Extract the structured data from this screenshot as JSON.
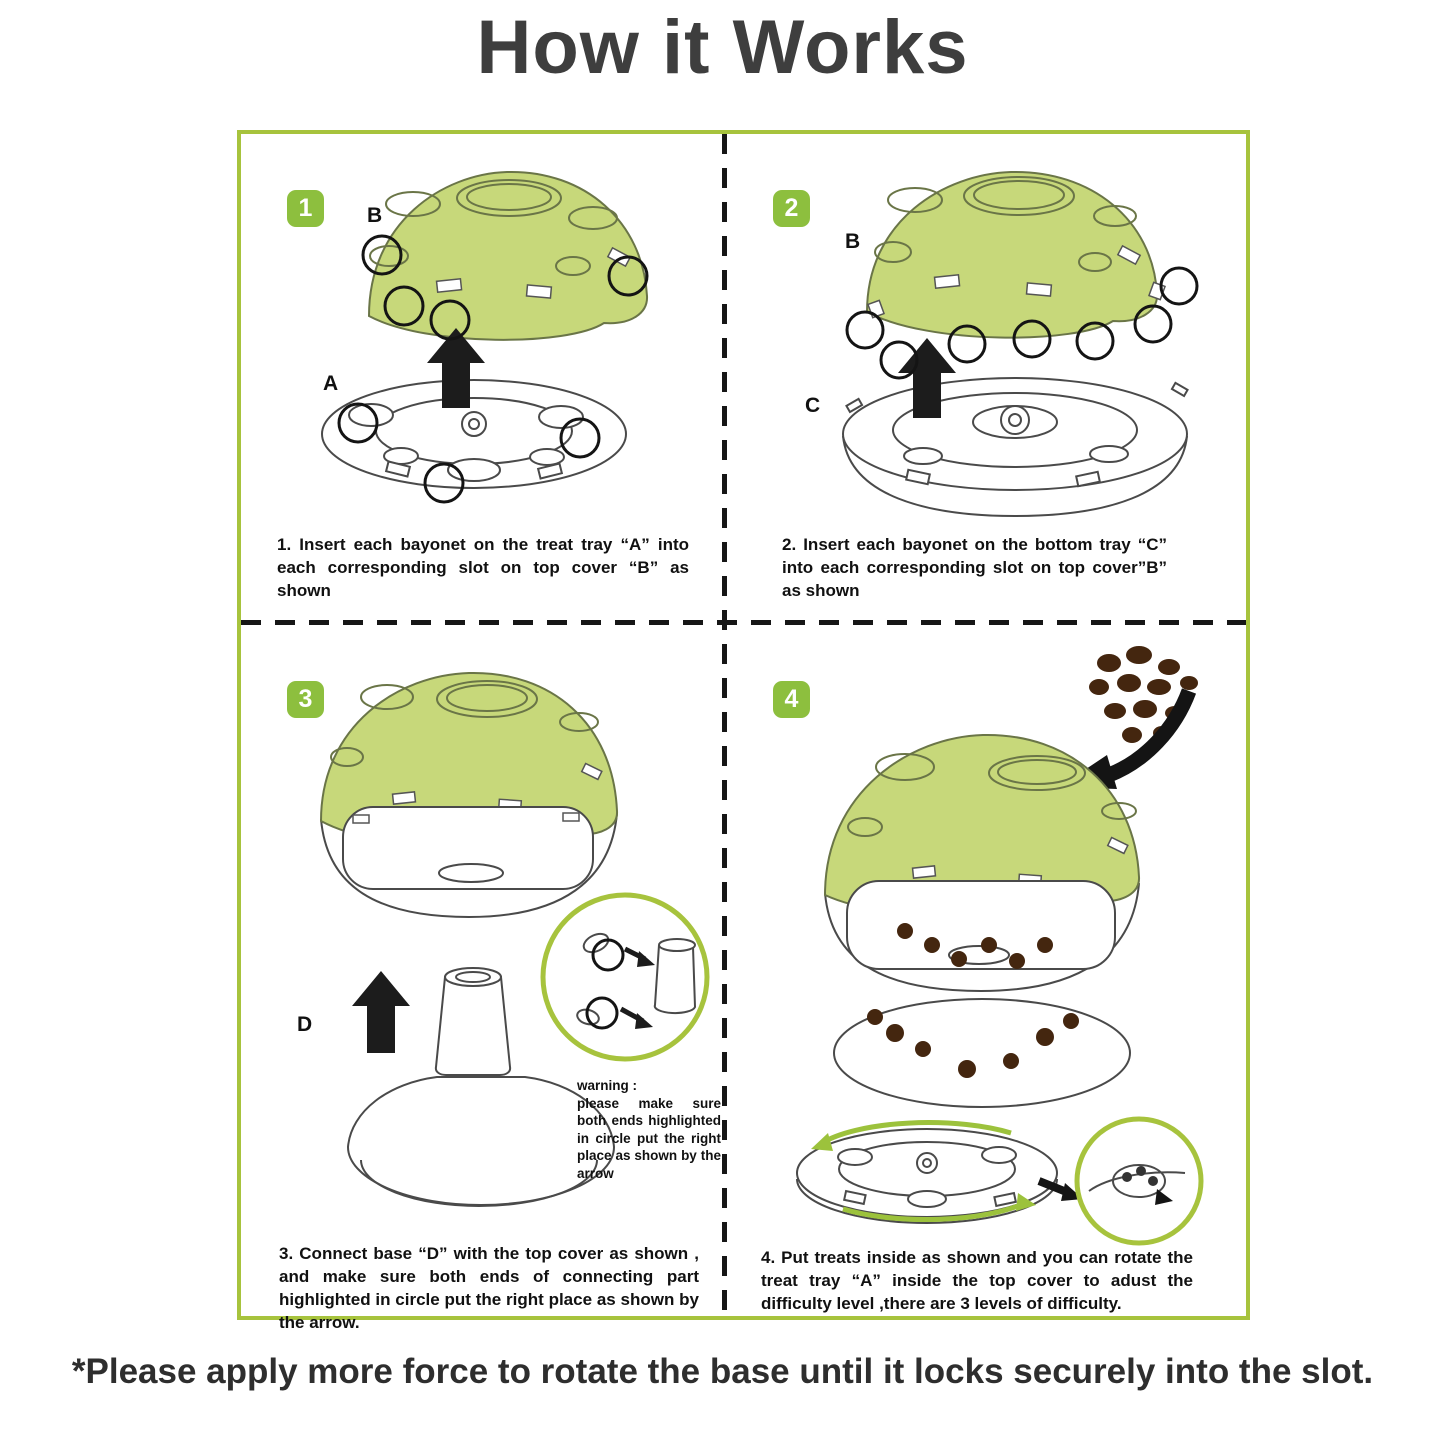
{
  "page": {
    "title": "How it Works",
    "footnote": "*Please apply more force to rotate the base until it locks securely into the slot."
  },
  "colors": {
    "frame_green": "#a7c33d",
    "badge_green": "#8dbf3e",
    "dome_green": "#c7d87a",
    "treat_brown": "#44260f",
    "title_gray": "#3e3e3e"
  },
  "steps": [
    {
      "number": "1",
      "labels": [
        "B",
        "A"
      ],
      "caption": "1. Insert each bayonet on the treat tray “A” into each corresponding slot on top cover “B” as shown"
    },
    {
      "number": "2",
      "labels": [
        "B",
        "C"
      ],
      "caption": "2. Insert each  bayonet on the bottom tray “C” into each corresponding slot on top cover”B” as shown"
    },
    {
      "number": "3",
      "labels": [
        "D"
      ],
      "caption": "3. Connect base “D” with the top cover as shown , and make sure both ends of connecting part highlighted in circle put the right place as shown by the arrow.",
      "warning_title": "warning :",
      "warning_body": "please make sure both ends highlighted in circle put the right place as shown by the arrow"
    },
    {
      "number": "4",
      "labels": [],
      "caption": "4. Put treats inside as shown and you can rotate the treat tray “A” inside the top cover to adust the difficulty level ,there are 3 levels of difficulty."
    }
  ]
}
